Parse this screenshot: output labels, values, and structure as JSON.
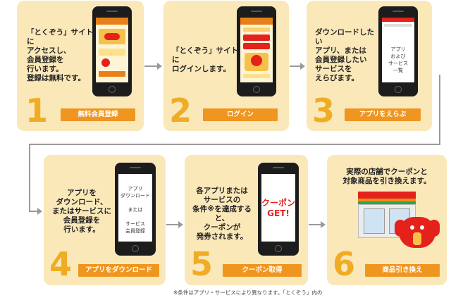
{
  "steps": [
    {
      "number": "1",
      "description": "「とくぞう」サイトに\nアクセスし、\n会員登録を\n行います。\n登録は無料です。",
      "button": "無料会員登録"
    },
    {
      "number": "2",
      "description": "「とくぞう」サイトに\nログインします。",
      "button": "ログイン"
    },
    {
      "number": "3",
      "description": "ダウンロードしたい\nアプリ、または\n会員登録したい\nサービスを\nえらびます。",
      "button": "アプリをえらぶ",
      "screen_text": "アプリ\nおよび\nサービス\n一覧"
    },
    {
      "number": "4",
      "description": "アプリを\nダウンロード、\nまたはサービスに\n会員登録を\n行います。",
      "button": "アプリをダウンロード",
      "screen_text": "アプリ\nダウンロード\n\nまたは\n\nサービス\n会員登録"
    },
    {
      "number": "5",
      "description": "各アプリまたは\nサービスの\n条件※を達成すると、\nクーポンが\n発券されます。",
      "button": "クーポン取得",
      "screen_text": "クーポン\nGET!"
    },
    {
      "number": "6",
      "description": "実際の店舗でクーポンと\n対象商品を引き換えます。",
      "button": "商品引き換え"
    }
  ],
  "footnote": "※条件はアプリ・サービスにより異なります。「とくぞう」内の",
  "colors": {
    "card": "#fbe8b9",
    "number": "#f0ac25",
    "button": "#ef9621",
    "coupon": "#e5211b"
  }
}
